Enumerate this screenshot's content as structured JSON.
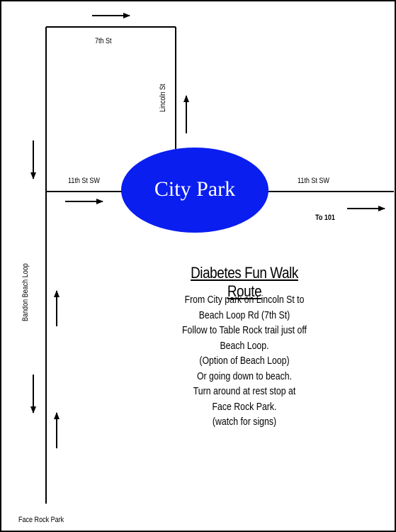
{
  "park": {
    "label": "City Park",
    "fill": "#0a1ef0"
  },
  "streets": {
    "seventh": "7th St",
    "lincoln": "Lincoln St",
    "eleventh_left": "11th St SW",
    "eleventh_right": "11th St SW",
    "to_101": "To 101",
    "bandon": "Bandon Beach Loop",
    "face_rock": "Face Rock Park"
  },
  "route": {
    "title": "Diabetes Fun Walk Route",
    "lines": [
      "From City park on Lincoln St to",
      "Beach Loop Rd (7th St)",
      "Follow to Table Rock trail just off",
      "Beach Loop.",
      "(Option of Beach Loop)",
      "Or going down to beach.",
      "Turn around at rest stop at",
      "Face Rock Park.",
      "(watch for signs)"
    ]
  },
  "arrows": [
    {
      "id": "arrow-7th-st-east",
      "dir": "right"
    },
    {
      "id": "arrow-lincoln-north",
      "dir": "up"
    },
    {
      "id": "arrow-11th-st-east",
      "dir": "right"
    },
    {
      "id": "arrow-to-101-east",
      "dir": "right"
    },
    {
      "id": "arrow-bandon-south-top",
      "dir": "down"
    },
    {
      "id": "arrow-bandon-north-mid",
      "dir": "up"
    },
    {
      "id": "arrow-bandon-south-low",
      "dir": "down"
    },
    {
      "id": "arrow-bandon-north-low",
      "dir": "up"
    }
  ]
}
